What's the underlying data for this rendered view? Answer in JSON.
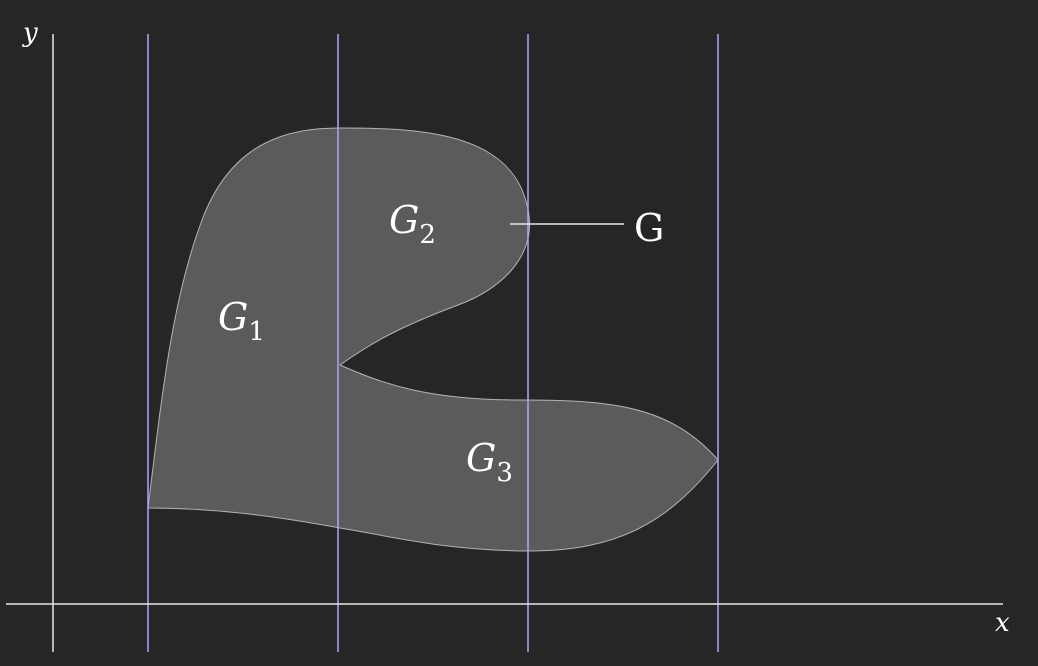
{
  "axes": {
    "x_label": "x",
    "y_label": "y"
  },
  "regions": [
    {
      "letter": "G",
      "index": "1"
    },
    {
      "letter": "G",
      "index": "2"
    },
    {
      "letter": "G",
      "index": "3"
    }
  ],
  "callout": {
    "label": "G"
  },
  "colors": {
    "background": "#262626",
    "axis": "#e6e6e6",
    "partition_line": "#a8a8ff",
    "region_fill": "#5e5e5e",
    "region_stroke": "#b4b4b4",
    "text": "#ffffff"
  }
}
